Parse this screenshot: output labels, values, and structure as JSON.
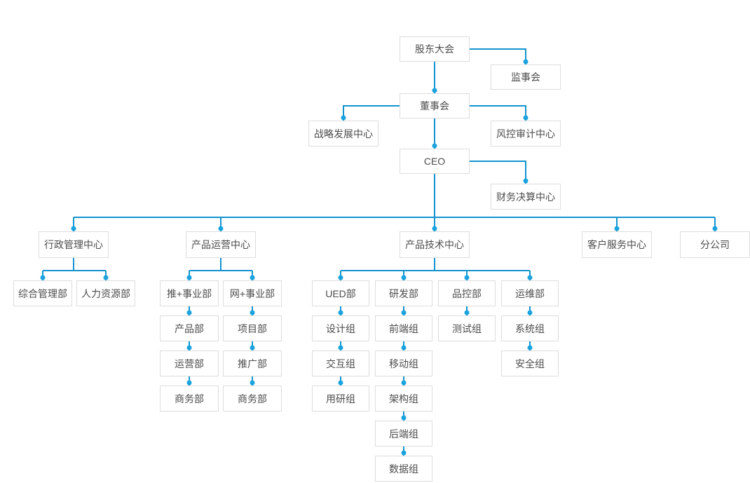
{
  "colors": {
    "line": "#1394cf",
    "dot": "#1ba3de",
    "node_border": "#dddddd",
    "node_background": "#ffffff",
    "node_text": "#4d4d4d",
    "page_background": "#ffffff"
  },
  "nodes": {
    "shareholders": "股东大会",
    "supervisory": "监事会",
    "board": "董事会",
    "strategy": "战略发展中心",
    "risk_audit": "风控审计中心",
    "ceo": "CEO",
    "finance": "财务决算中心",
    "admin_center": "行政管理中心",
    "ops_center": "产品运营中心",
    "tech_center": "产品技术中心",
    "service_center": "客户服务中心",
    "branch_company": "分公司",
    "general_mgmt": "综合管理部",
    "hr": "人力资源部",
    "tui_division": "推+事业部",
    "wang_division": "网+事业部",
    "product_dept": "产品部",
    "operation_dept": "运营部",
    "business_dept_1": "商务部",
    "project_dept": "项目部",
    "promotion_dept": "推广部",
    "business_dept_2": "商务部",
    "ued_dept": "UED部",
    "design_group": "设计组",
    "interaction_group": "交互组",
    "user_research_group": "用研组",
    "rd_dept": "研发部",
    "frontend_group": "前端组",
    "mobile_group": "移动组",
    "architecture_group": "架构组",
    "backend_group": "后端组",
    "data_group": "数据组",
    "qc_dept": "品控部",
    "testing_group": "测试组",
    "ops_dept": "运维部",
    "system_group": "系统组",
    "security_group": "安全组"
  },
  "hierarchy": {
    "label": "股东大会",
    "children": [
      {
        "label": "监事会"
      },
      {
        "label": "董事会",
        "children": [
          {
            "label": "战略发展中心"
          },
          {
            "label": "风控审计中心"
          },
          {
            "label": "CEO",
            "children": [
              {
                "label": "财务决算中心"
              },
              {
                "label": "行政管理中心",
                "children": [
                  {
                    "label": "综合管理部"
                  },
                  {
                    "label": "人力资源部"
                  }
                ]
              },
              {
                "label": "产品运营中心",
                "children": [
                  {
                    "label": "推+事业部",
                    "children": [
                      {
                        "label": "产品部"
                      },
                      {
                        "label": "运营部"
                      },
                      {
                        "label": "商务部"
                      }
                    ]
                  },
                  {
                    "label": "网+事业部",
                    "children": [
                      {
                        "label": "项目部"
                      },
                      {
                        "label": "推广部"
                      },
                      {
                        "label": "商务部"
                      }
                    ]
                  }
                ]
              },
              {
                "label": "产品技术中心",
                "children": [
                  {
                    "label": "UED部",
                    "children": [
                      {
                        "label": "设计组"
                      },
                      {
                        "label": "交互组"
                      },
                      {
                        "label": "用研组"
                      }
                    ]
                  },
                  {
                    "label": "研发部",
                    "children": [
                      {
                        "label": "前端组"
                      },
                      {
                        "label": "移动组"
                      },
                      {
                        "label": "架构组"
                      },
                      {
                        "label": "后端组"
                      },
                      {
                        "label": "数据组"
                      }
                    ]
                  },
                  {
                    "label": "品控部",
                    "children": [
                      {
                        "label": "测试组"
                      }
                    ]
                  },
                  {
                    "label": "运维部",
                    "children": [
                      {
                        "label": "系统组"
                      },
                      {
                        "label": "安全组"
                      }
                    ]
                  }
                ]
              },
              {
                "label": "客户服务中心"
              },
              {
                "label": "分公司"
              }
            ]
          }
        ]
      }
    ]
  }
}
